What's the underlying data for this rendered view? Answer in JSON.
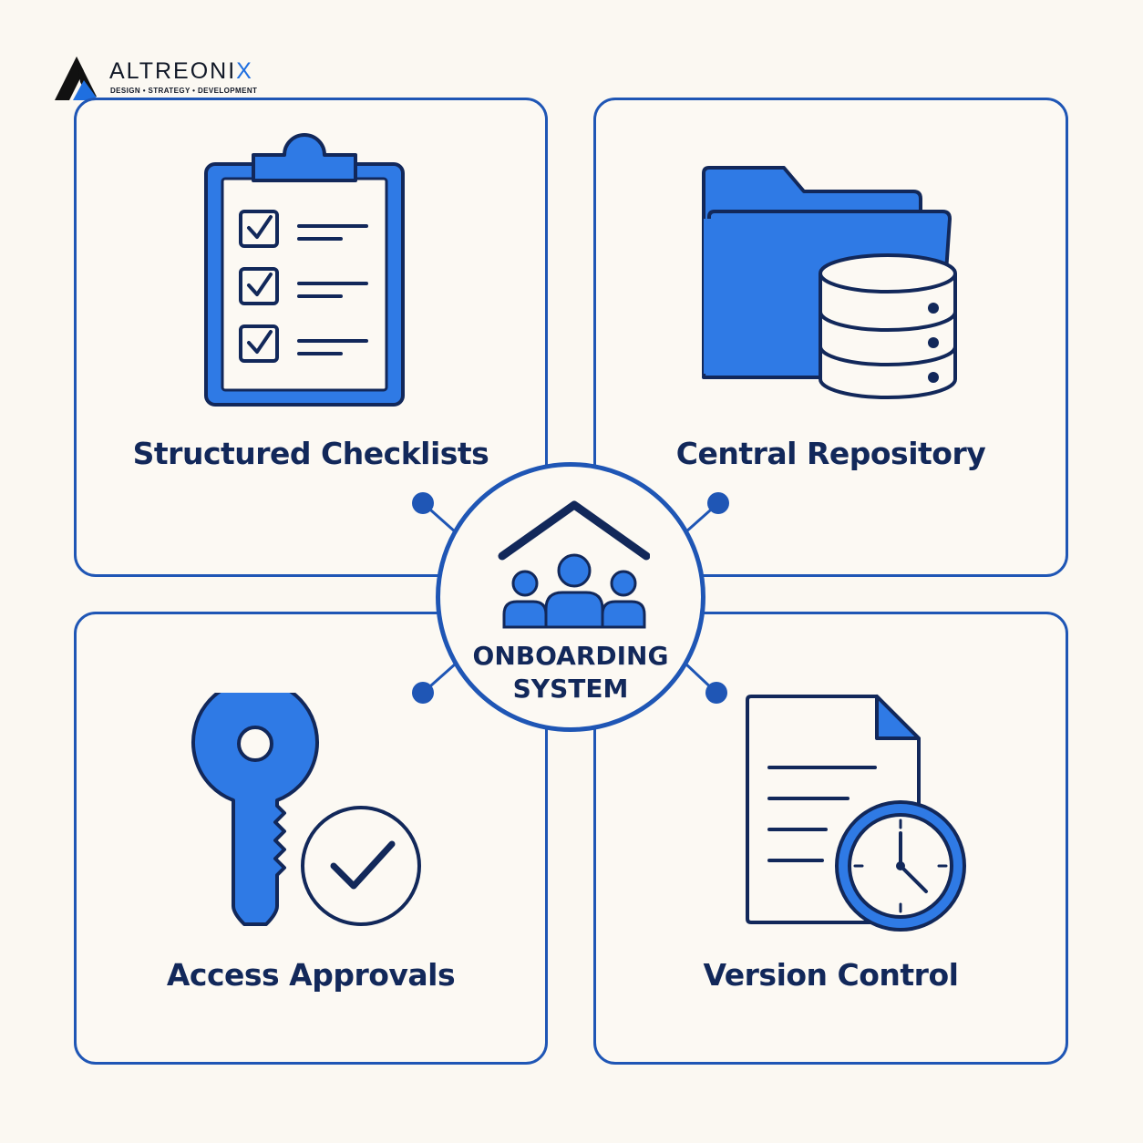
{
  "logo": {
    "brand_main": "ALTREONI",
    "brand_x": "X",
    "tagline": "DESIGN • STRATEGY • DEVELOPMENT"
  },
  "hub": {
    "title_line1": "ONBOARDING",
    "title_line2": "SYSTEM",
    "icon": "team-house-icon"
  },
  "cards": [
    {
      "label": "Structured Checklists",
      "icon": "clipboard-checklist-icon"
    },
    {
      "label": "Central Repository",
      "icon": "folder-database-icon"
    },
    {
      "label": "Access Approvals",
      "icon": "key-check-icon"
    },
    {
      "label": "Version Control",
      "icon": "document-clock-icon"
    }
  ],
  "colors": {
    "background": "#fbf8f2",
    "accent_blue": "#2f7ae5",
    "outline_navy": "#12285a",
    "border_blue": "#1f56b5"
  }
}
